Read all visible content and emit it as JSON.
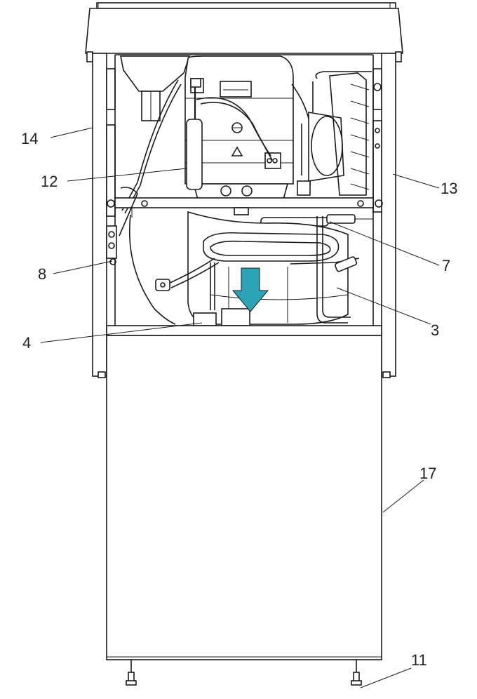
{
  "callouts": [
    {
      "id": "14",
      "text": "14"
    },
    {
      "id": "12",
      "text": "12"
    },
    {
      "id": "13",
      "text": "13"
    },
    {
      "id": "7",
      "text": "7"
    },
    {
      "id": "8",
      "text": "8"
    },
    {
      "id": "3",
      "text": "3"
    },
    {
      "id": "4",
      "text": "4"
    },
    {
      "id": "17",
      "text": "17"
    },
    {
      "id": "11",
      "text": "11"
    }
  ],
  "arrow_color": "#2aa3b6",
  "line_color": "#1a1a1a"
}
